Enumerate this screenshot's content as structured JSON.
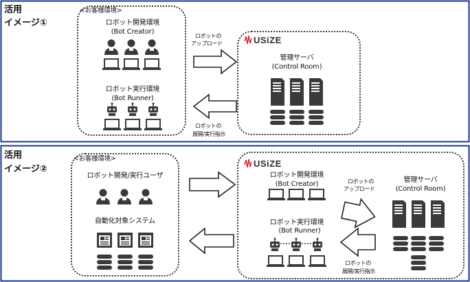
{
  "panel1": {
    "heading_line1": "活用",
    "heading_line2": "イメージ①",
    "customer_env": "<お客様環境>",
    "bot_creator_jp": "ロボット開発環境",
    "bot_creator_en": "(Bot Creator)",
    "bot_runner_jp": "ロボット実行環境",
    "bot_runner_en": "(Bot Runner)",
    "upload_line1": "ロボットの",
    "upload_line2": "アップロード",
    "deploy_line1": "ロボットの",
    "deploy_line2": "展開/実行指示",
    "logo": "USiZE",
    "server_jp": "管理サーバ",
    "server_en": "(Control Room)"
  },
  "panel2": {
    "heading_line1": "活用",
    "heading_line2": "イメージ②",
    "customer_env": "<お客様環境>",
    "dev_user": "ロボット開発/実行ユーザ",
    "target_system": "自動化対象システム",
    "logo": "USiZE",
    "bot_creator_jp": "ロボット開発環境",
    "bot_creator_en": "(Bot Creator)",
    "bot_runner_jp": "ロボット実行環境",
    "bot_runner_en": "(Bot Runner)",
    "upload_line1": "ロボットの",
    "upload_line2": "アップロード",
    "deploy_line1": "ロボットの",
    "deploy_line2": "展開/実行指示",
    "server_jp": "管理サーバ",
    "server_en": "(Control Room)"
  },
  "colors": {
    "frame": "#1c3a8c",
    "logo_accent": "#d4262b",
    "icon": "#3a3a3a"
  }
}
